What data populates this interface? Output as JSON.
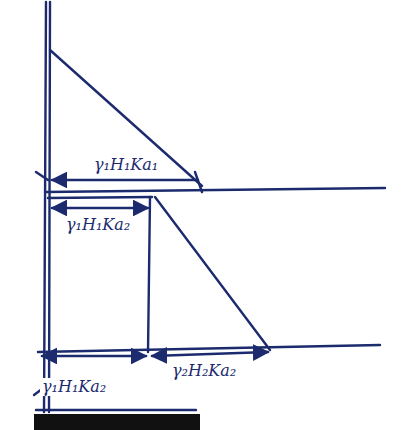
{
  "diagram": {
    "labels": [
      "γ₁H₁Ka₁",
      "γ₁H₁Ka₂",
      "γ₁H₁Ka₂",
      "γ₂H₂Ka₂"
    ]
  }
}
